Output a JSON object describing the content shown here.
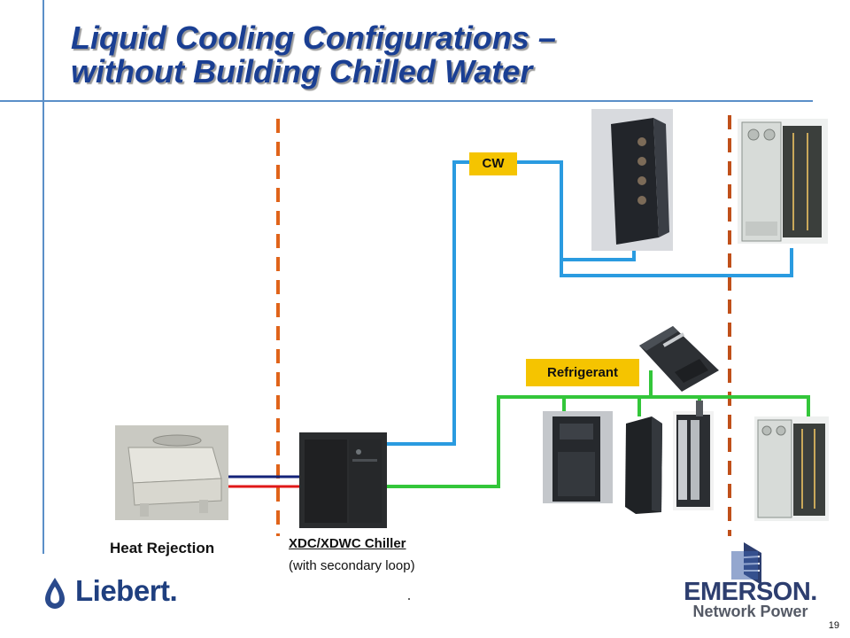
{
  "slide": {
    "title_line1": "Liquid Cooling Configurations –",
    "title_line2": "without Building Chilled Water",
    "page_number": "19"
  },
  "diagram": {
    "cw_label": "CW",
    "refrigerant_label": "Refrigerant",
    "heat_rejection_label": "Heat Rejection",
    "chiller_label": "XDC/XDWC Chiller",
    "chiller_sublabel": "(with secondary loop)"
  },
  "logos": {
    "liebert": "Liebert.",
    "emerson": "EMERSON.",
    "emerson_sub": "Network Power"
  },
  "colors": {
    "title": "#1a3f93",
    "cw_pipe": "#2a9be0",
    "refrigerant_pipe": "#33c63a",
    "boundary_dash": "#e0641a",
    "label_bg": "#f5c400"
  }
}
